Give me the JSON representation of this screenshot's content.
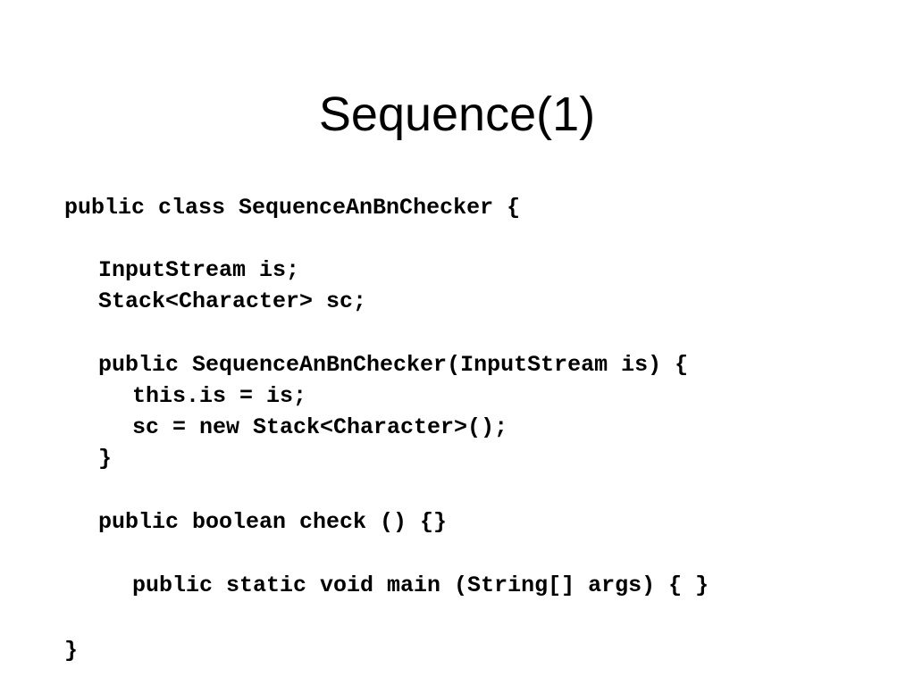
{
  "slide": {
    "title": "Sequence(1)",
    "code_lines": [
      "public class SequenceAnBnChecker {",
      "InputStream is;",
      "Stack<Character> sc;",
      "public SequenceAnBnChecker(InputStream is) {",
      "this.is = is;",
      "sc = new Stack<Character>();",
      "}",
      "public boolean check () {}",
      "public static void main (String[] args) { }",
      "}"
    ]
  }
}
